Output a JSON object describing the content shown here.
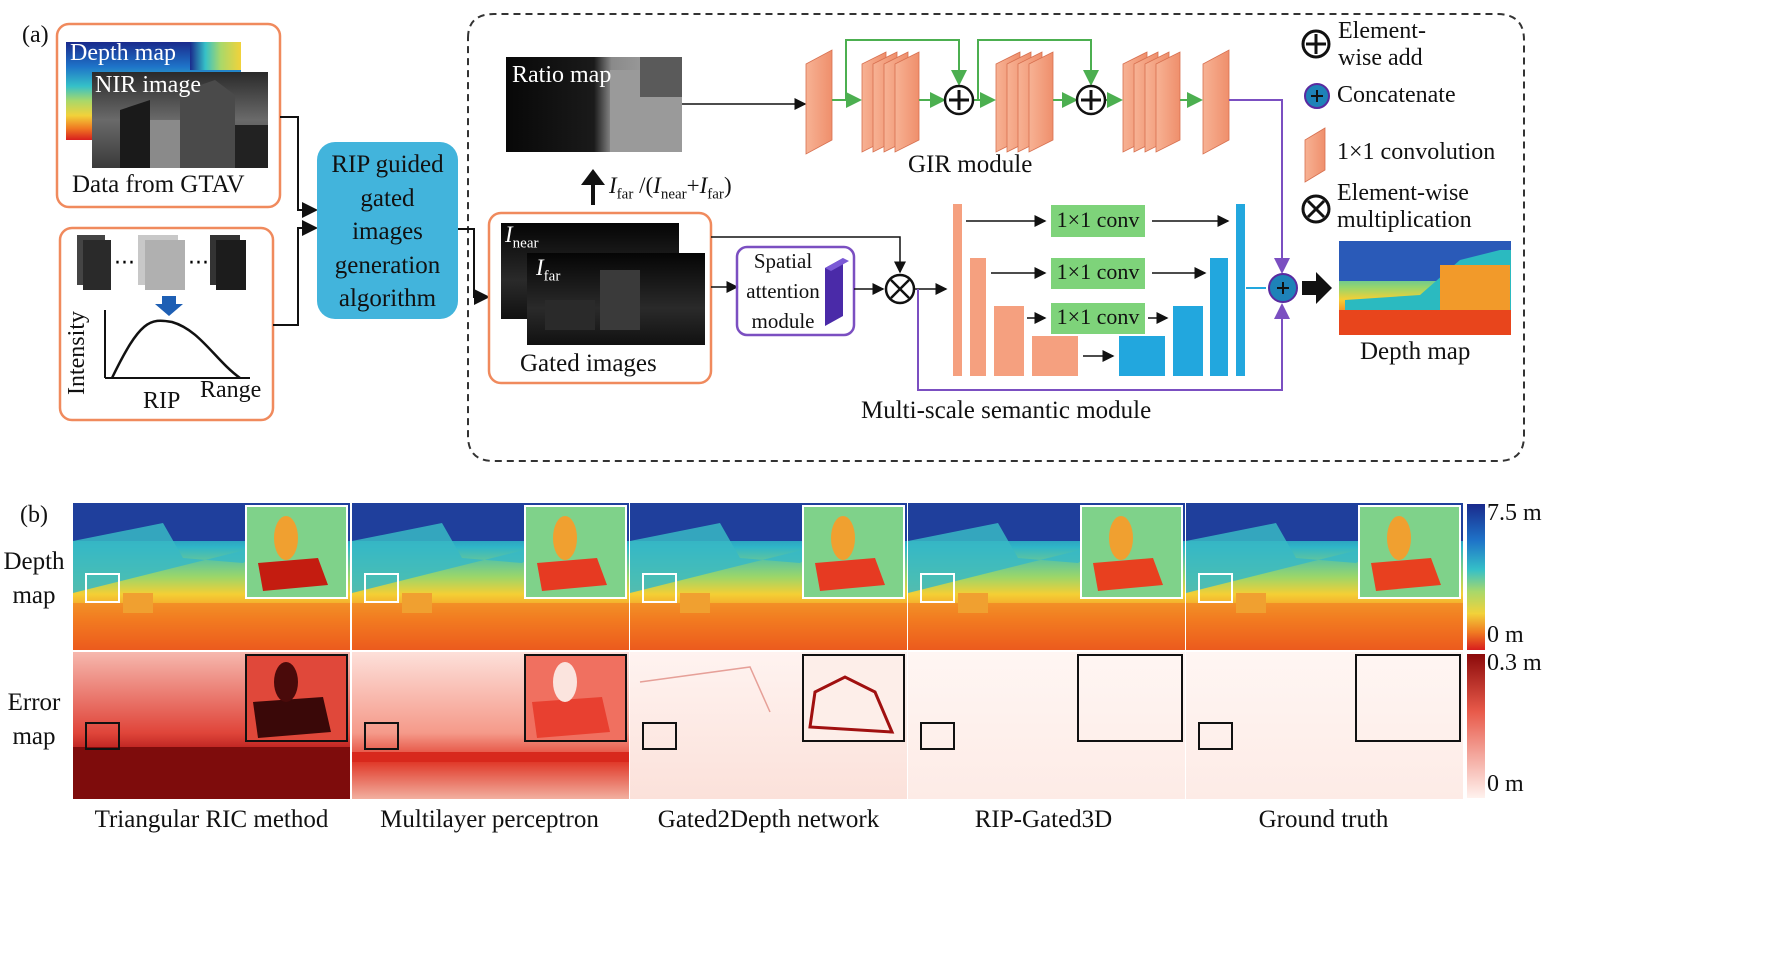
{
  "panel_a": {
    "tag": "(a)",
    "inputs": {
      "depth_map": "Depth map",
      "nir_image": "NIR image",
      "caption": "Data from GTAV"
    },
    "rip": {
      "y_axis": "Intensity",
      "x_axis": "Range",
      "name": "RIP"
    },
    "algorithm": [
      "RIP guided",
      "gated",
      "images",
      "generation",
      "algorithm"
    ],
    "ratio_map": "Ratio map",
    "formula": {
      "i": "I",
      "far": "far",
      "slash": " /(",
      "near": "near",
      "plus": "+",
      "close": ")"
    },
    "gated": {
      "i_near_sub": "near",
      "i_far_sub": "far",
      "caption": "Gated images"
    },
    "spatial_attention": [
      "Spatial",
      "attention",
      "module"
    ],
    "gir_module": "GIR module",
    "conv_label": "1×1 conv",
    "ms_module": "Multi-scale semantic module",
    "output_caption": "Depth map",
    "legend": {
      "add": [
        "Element-",
        "wise add"
      ],
      "concat": "Concatenate",
      "conv": "1×1 convolution",
      "mult": [
        "Element-wise",
        "multiplication"
      ]
    }
  },
  "panel_b": {
    "tag": "(b)",
    "rows": [
      [
        "Depth",
        "map"
      ],
      [
        "Error",
        "map"
      ]
    ],
    "methods": [
      "Triangular RIC method",
      "Multilayer perceptron",
      "Gated2Depth network",
      "RIP-Gated3D",
      "Ground truth"
    ],
    "depth_scale": {
      "max": "7.5 m",
      "min": "0 m"
    },
    "error_scale": {
      "max": "0.3 m",
      "min": "0 m"
    }
  },
  "colors": {
    "orange_border": "#f08a5d",
    "algo_fill": "#42b4dc",
    "green_conv": "#7ed37a",
    "block_salmon": "#f5a07f",
    "block_blue": "#22a7de",
    "purple": "#7b4fc1",
    "green_arrow": "#4caf50"
  }
}
